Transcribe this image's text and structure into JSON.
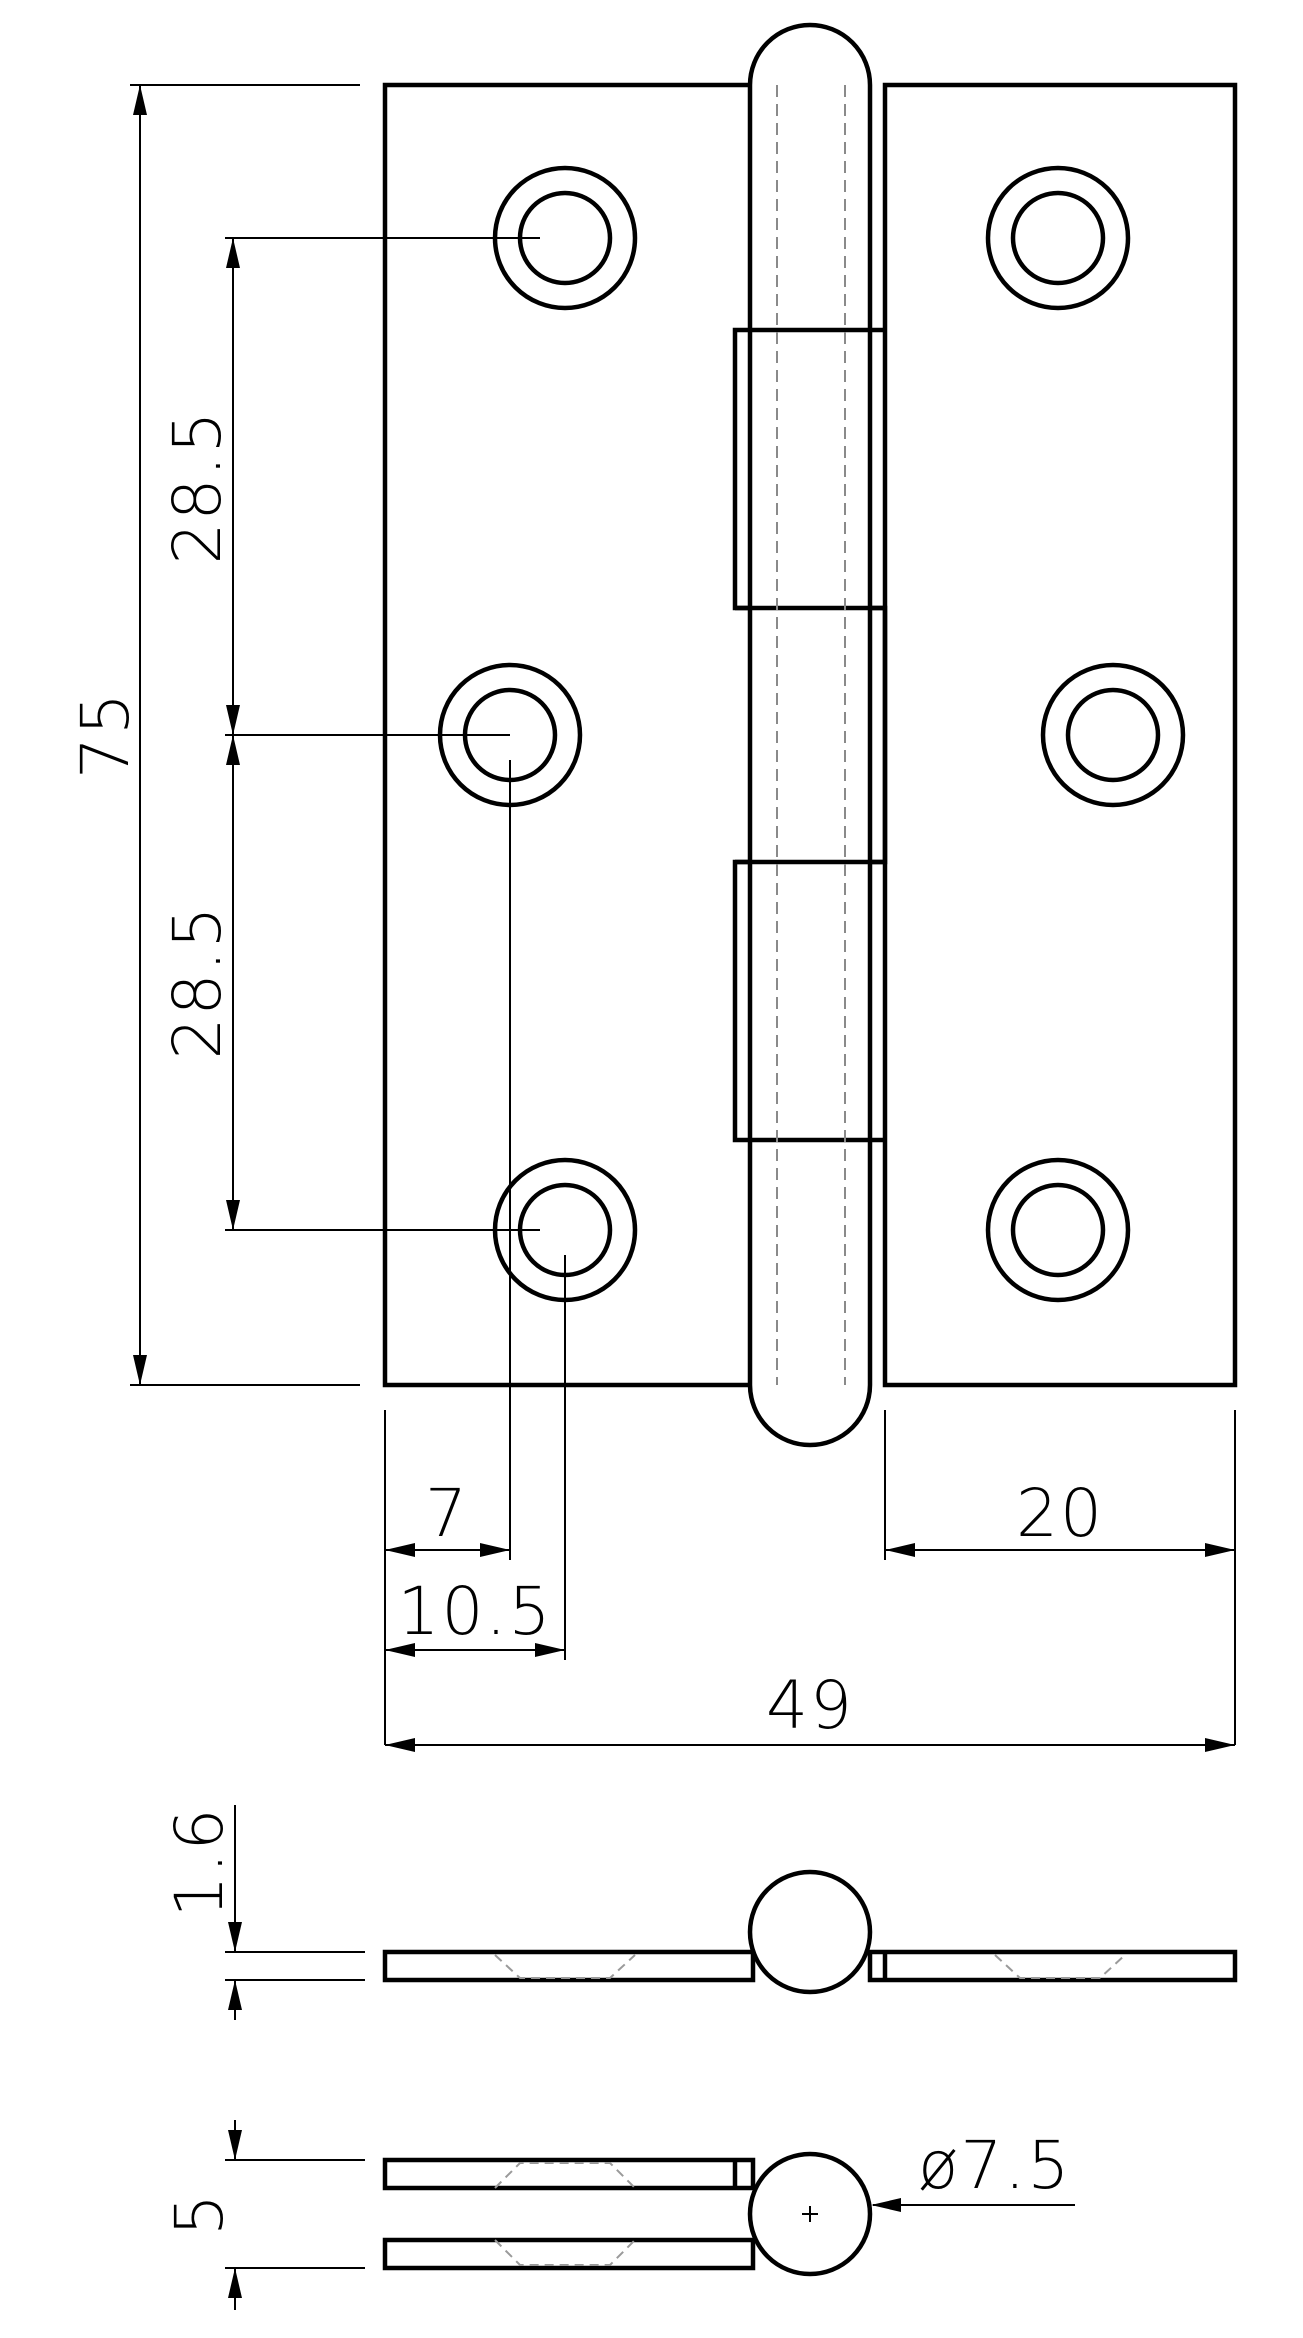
{
  "dimensions": {
    "height_total": "75",
    "hole_spacing_upper": "28.5",
    "hole_spacing_lower": "28.5",
    "hole_offset_inner": "7",
    "hole_offset_outer": "10.5",
    "right_hole_offset": "20",
    "width_total": "49",
    "leaf_thickness": "1.6",
    "closed_thickness": "5",
    "knuckle_diameter": "ø7.5"
  }
}
